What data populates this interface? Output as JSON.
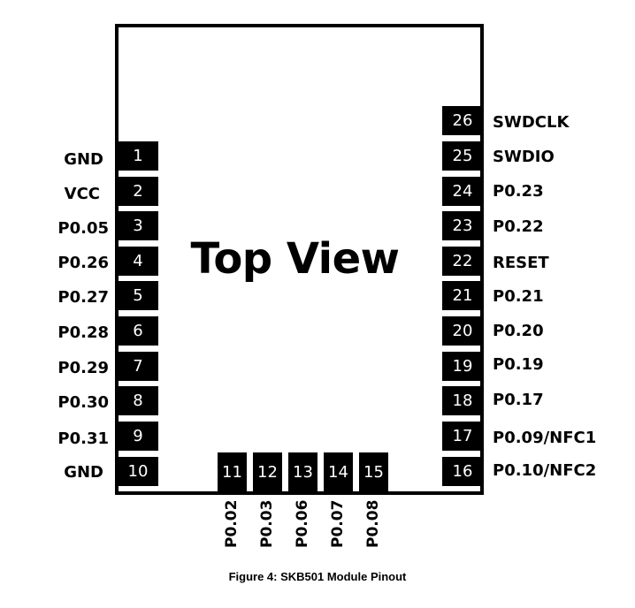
{
  "title": "Top View",
  "caption": "Figure 4: SKB501 Module Pinout",
  "left_pins": [
    {
      "num": "1",
      "label": "GND"
    },
    {
      "num": "2",
      "label": "VCC"
    },
    {
      "num": "3",
      "label": "P0.05"
    },
    {
      "num": "4",
      "label": "P0.26"
    },
    {
      "num": "5",
      "label": "P0.27"
    },
    {
      "num": "6",
      "label": "P0.28"
    },
    {
      "num": "7",
      "label": "P0.29"
    },
    {
      "num": "8",
      "label": "P0.30"
    },
    {
      "num": "9",
      "label": "P0.31"
    },
    {
      "num": "10",
      "label": "GND"
    }
  ],
  "bottom_pins": [
    {
      "num": "11",
      "label": "P0.02"
    },
    {
      "num": "12",
      "label": "P0.03"
    },
    {
      "num": "13",
      "label": "P0.06"
    },
    {
      "num": "14",
      "label": "P0.07"
    },
    {
      "num": "15",
      "label": "P0.08"
    }
  ],
  "right_pins": [
    {
      "num": "26",
      "label": "SWDCLK"
    },
    {
      "num": "25",
      "label": "SWDIO"
    },
    {
      "num": "24",
      "label": "P0.23"
    },
    {
      "num": "23",
      "label": "P0.22"
    },
    {
      "num": "22",
      "label": "RESET"
    },
    {
      "num": "21",
      "label": "P0.21"
    },
    {
      "num": "20",
      "label": "P0.20"
    },
    {
      "num": "19",
      "label": "P0.19"
    },
    {
      "num": "18",
      "label": "P0.17"
    },
    {
      "num": "17",
      "label": "P0.09/NFC1"
    },
    {
      "num": "16",
      "label": "P0.10/NFC2"
    }
  ]
}
